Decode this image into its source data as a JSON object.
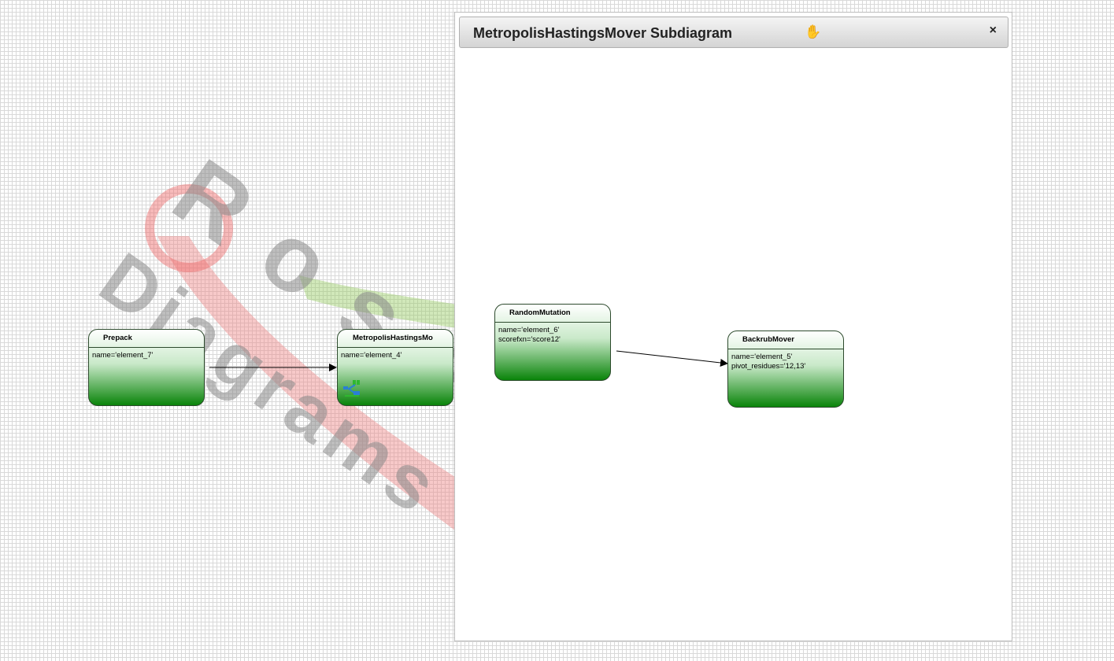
{
  "watermark": {
    "line1": "Rosetta",
    "line2": "Diagrams"
  },
  "canvas": {
    "nodes": [
      {
        "title": "Prepack",
        "attrs": [
          "name='element_7'"
        ]
      },
      {
        "title": "MetropolisHastingsMo",
        "attrs": [
          "name='element_4'"
        ],
        "subdiagram_icon": "subdiagram-icon"
      }
    ]
  },
  "subdiagram_panel": {
    "title": "MetropolisHastingsMover Subdiagram",
    "drag_icon": "hand-grab-icon",
    "drag_glyph": "✋",
    "close_icon": "close-icon",
    "close_glyph": "×",
    "nodes": [
      {
        "title": "RandomMutation",
        "attrs": [
          "name='element_6'",
          "scorefxn='score12'"
        ]
      },
      {
        "title": "BackrubMover",
        "attrs": [
          "name='element_5'",
          "pivot_residues='12,13'"
        ]
      }
    ]
  },
  "colors": {
    "node_top": "#ffffff",
    "node_bottom": "#0a840a",
    "grid": "#d9d9d9"
  }
}
